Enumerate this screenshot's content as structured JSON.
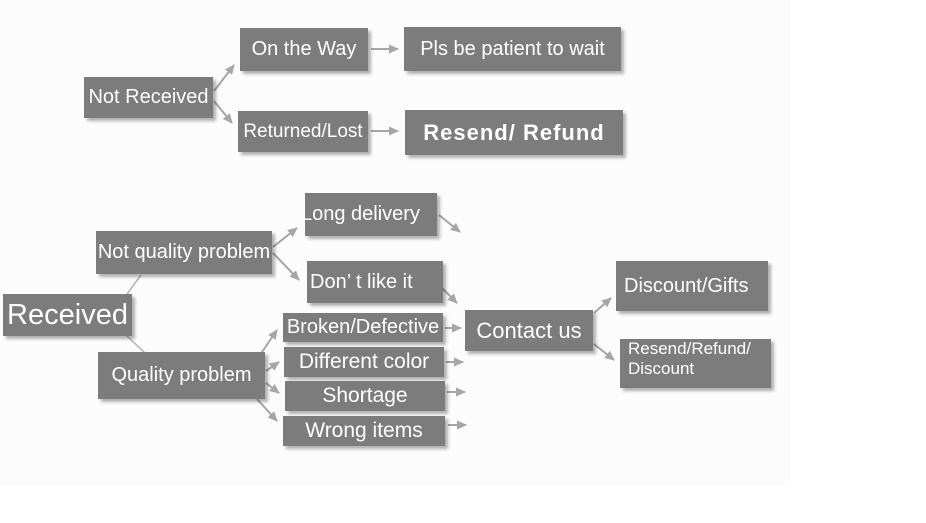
{
  "diagram": {
    "type": "flowchart",
    "colors": {
      "node_background": "#7c7c7c",
      "node_text": "#ffffff",
      "arrow": "#a6a6a6",
      "connector_line": "#b3b3b3",
      "canvas_background": "#fcfcfc"
    },
    "nodes": {
      "not_received": {
        "label": "Not Received"
      },
      "on_the_way": {
        "label": "On the Way"
      },
      "pls_wait": {
        "label": "Pls be patient to wait"
      },
      "returned_lost": {
        "label": "Returned/Lost"
      },
      "resend_refund": {
        "label": "Resend/ Refund"
      },
      "received": {
        "label": "Received"
      },
      "not_quality": {
        "label": "Not quality problem"
      },
      "long_delivery": {
        "label": "Long delivery"
      },
      "dont_like": {
        "label": "Don’ t like it"
      },
      "quality": {
        "label": "Quality problem"
      },
      "broken": {
        "label": "Broken/Defective"
      },
      "different_color": {
        "label": "Different color"
      },
      "shortage": {
        "label": "Shortage"
      },
      "wrong_items": {
        "label": "Wrong items"
      },
      "contact_us": {
        "label": "Contact us"
      },
      "discount_gifts": {
        "label": "Discount/Gifts"
      },
      "resend_refund_discount": {
        "line1": "Resend/Refund/",
        "line2": "Discount"
      }
    },
    "edges": [
      {
        "from": "Not Received",
        "to": "On the Way"
      },
      {
        "from": "Not Received",
        "to": "Returned/Lost"
      },
      {
        "from": "On the Way",
        "to": "Pls be patient to wait"
      },
      {
        "from": "Returned/Lost",
        "to": "Resend/ Refund"
      },
      {
        "from": "Received",
        "to": "Not quality problem"
      },
      {
        "from": "Received",
        "to": "Quality problem"
      },
      {
        "from": "Not quality problem",
        "to": "Long delivery"
      },
      {
        "from": "Not quality problem",
        "to": "Don’ t like it"
      },
      {
        "from": "Long delivery",
        "to": "Contact us"
      },
      {
        "from": "Don’ t like it",
        "to": "Contact us"
      },
      {
        "from": "Quality problem",
        "to": "Broken/Defective"
      },
      {
        "from": "Quality problem",
        "to": "Different color"
      },
      {
        "from": "Quality problem",
        "to": "Shortage"
      },
      {
        "from": "Quality problem",
        "to": "Wrong items"
      },
      {
        "from": "Broken/Defective",
        "to": "Contact us"
      },
      {
        "from": "Different color",
        "to": "Contact us"
      },
      {
        "from": "Shortage",
        "to": "Contact us"
      },
      {
        "from": "Wrong items",
        "to": "Contact us"
      },
      {
        "from": "Contact us",
        "to": "Discount/Gifts"
      },
      {
        "from": "Contact us",
        "to": "Resend/Refund/ Discount"
      }
    ]
  }
}
